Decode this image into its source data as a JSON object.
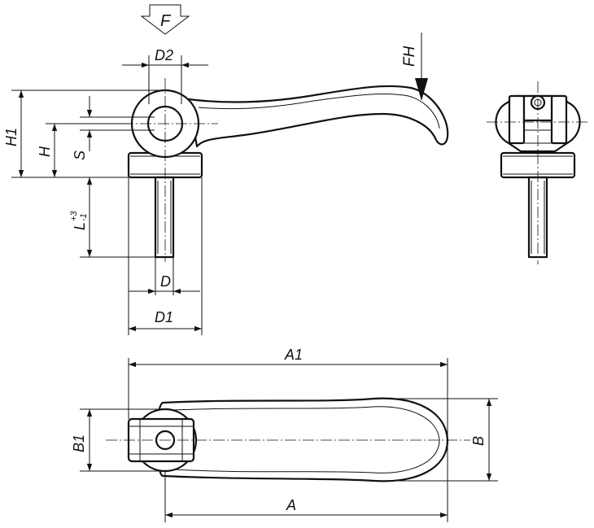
{
  "labels": {
    "F": "F",
    "FH": "FH",
    "D2": "D2",
    "H1": "H1",
    "H": "H",
    "S": "S",
    "L_main": "L",
    "L_tol_upper": "+3",
    "L_tol_lower": "-1",
    "D": "D",
    "D1": "D1",
    "A1": "A1",
    "A": "A",
    "B1": "B1",
    "B": "B"
  }
}
